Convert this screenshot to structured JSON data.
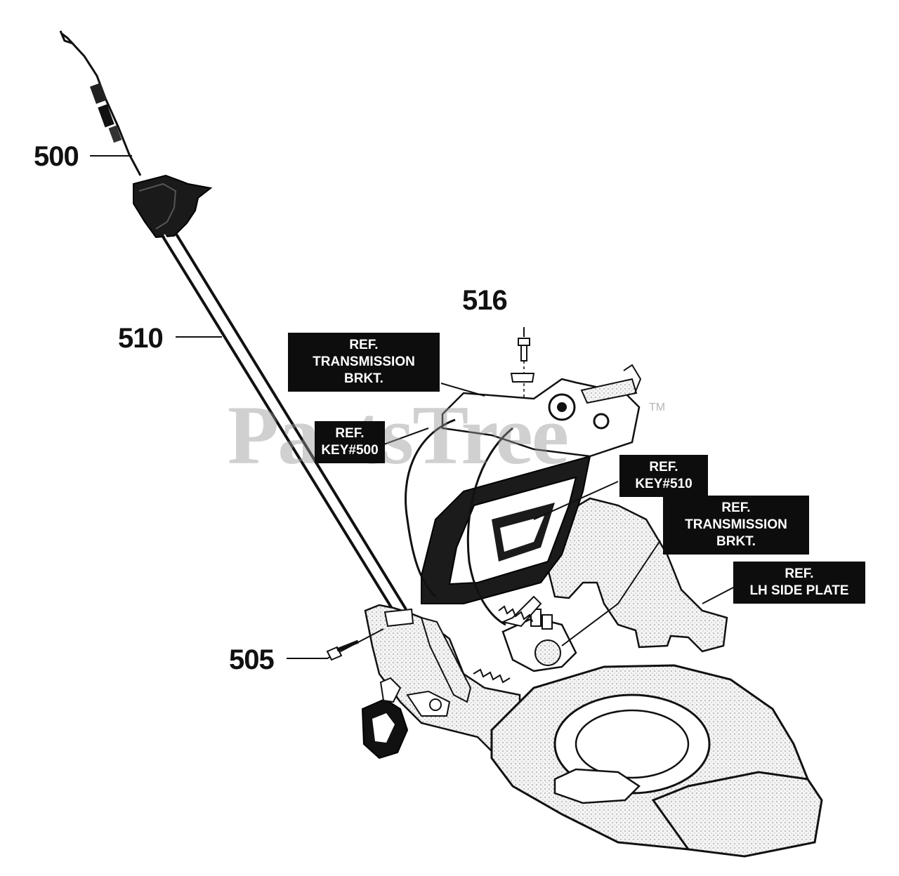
{
  "watermark": {
    "text": "PartsTree",
    "trademark": "TM"
  },
  "callouts": {
    "c500": "500",
    "c510": "510",
    "c516": "516",
    "c505": "505"
  },
  "refs": {
    "transmission_upper": [
      "REF.",
      "TRANSMISSION",
      "BRKT."
    ],
    "key500": [
      "REF.",
      "KEY#500"
    ],
    "key510": [
      "REF.",
      "KEY#510"
    ],
    "transmission_lower": [
      "REF.",
      "TRANSMISSION",
      "BRKT."
    ],
    "lh_side_plate": [
      "REF.",
      "LH SIDE PLATE"
    ]
  },
  "colors": {
    "line": "#111111",
    "label_bg": "#0d0d0d",
    "label_text": "#ffffff",
    "watermark": "#969696"
  }
}
